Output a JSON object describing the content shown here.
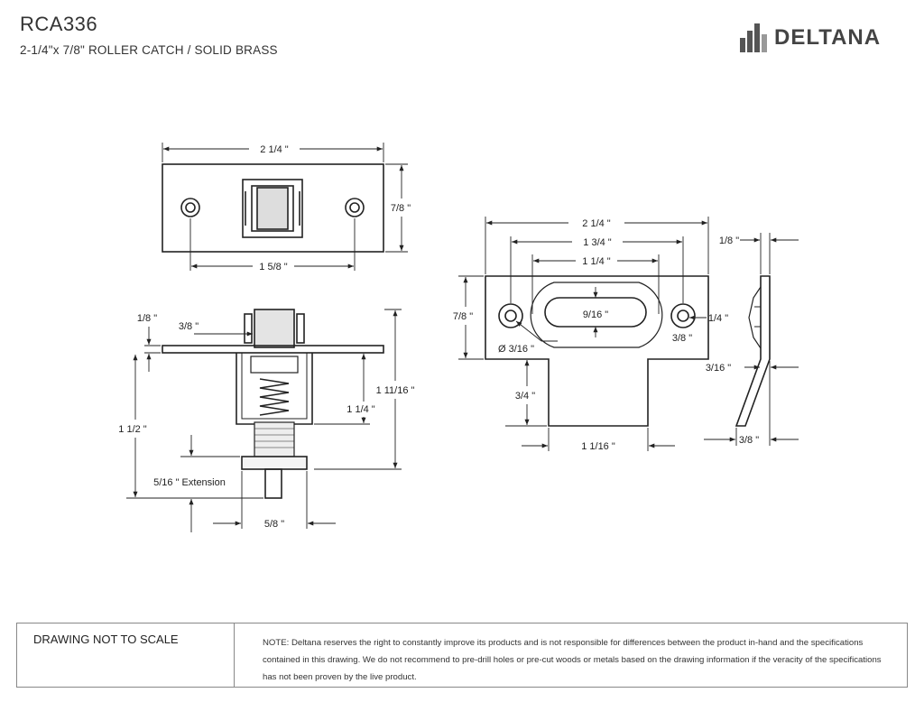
{
  "header": {
    "model": "RCA336",
    "description": "2-1/4\"x 7/8\" ROLLER CATCH / SOLID BRASS",
    "brand": "DELTANA"
  },
  "top_view": {
    "overall_width": "2 1/4 \"",
    "height": "7/8 \"",
    "hole_spacing": "1 5/8 \""
  },
  "side_view": {
    "plate_thickness": "1/8 \"",
    "roller_offset": "3/8 \"",
    "total_depth": "1 11/16 \"",
    "body_depth": "1 1/4 \"",
    "extension_depth": "1 1/2 \"",
    "extension_label": "5/16 \" Extension",
    "adjust_width": "5/8 \""
  },
  "strike_front": {
    "overall_width": "2 1/4 \"",
    "hole_spacing": "1 3/4 \"",
    "slot_length": "1 1/4 \"",
    "height": "7/8 \"",
    "slot_height": "9/16 \"",
    "hole_offset": "1/4 \"",
    "hole_margin": "3/8 \"",
    "hole_diameter": "Ø  3/16 \"",
    "tab_height": "3/4 \"",
    "tab_width": "1  1/16 \""
  },
  "strike_side": {
    "thickness": "1/8 \"",
    "lip_offset": "3/16 \"",
    "lip_depth": "3/8 \""
  },
  "footer": {
    "scale_note": "DRAWING NOT TO SCALE",
    "disclaimer": "NOTE: Deltana reserves the right to constantly improve its products and is not responsible for differences between the product in-hand and the specifications contained in this drawing. We do not recommend to pre-drill holes or pre-cut woods or metals based on the drawing information if the veracity of the specifications has not been proven by the live product."
  }
}
